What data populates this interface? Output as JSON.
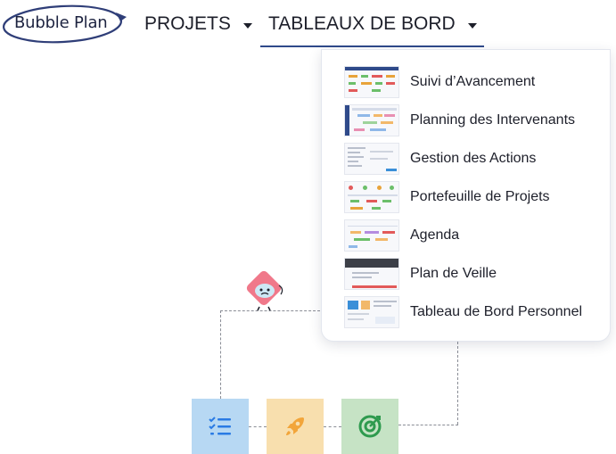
{
  "header": {
    "logo_text": "Bubble Plan",
    "nav": [
      {
        "label": "PROJETS"
      },
      {
        "label": "TABLEAUX DE BORD"
      }
    ]
  },
  "dropdown": {
    "items": [
      {
        "label": "Suivi d’Avancement"
      },
      {
        "label": "Planning des Intervenants"
      },
      {
        "label": "Gestion des Actions"
      },
      {
        "label": "Portefeuille de Projets"
      },
      {
        "label": "Agenda"
      },
      {
        "label": "Plan de Veille"
      },
      {
        "label": "Tableau de Bord Personnel"
      }
    ]
  },
  "colors": {
    "nav_underline": "#2f4a8a",
    "tile_tasks": "#b7d8f3",
    "tile_rocket": "#f8dfae",
    "tile_target": "#c6e3c5",
    "mascot": "#f0788a"
  },
  "illustration": {
    "icons": [
      "checklist-icon",
      "rocket-icon",
      "target-icon",
      "mascot-character"
    ]
  }
}
